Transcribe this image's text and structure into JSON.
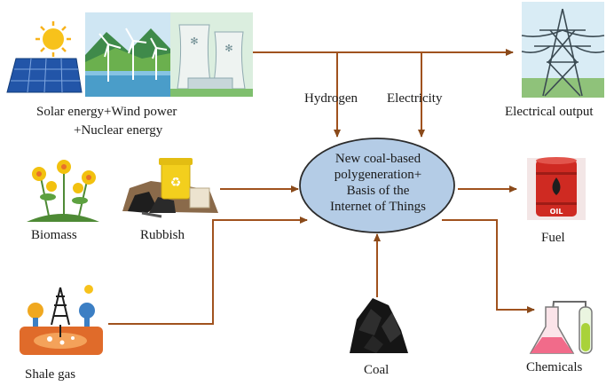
{
  "center_node": {
    "lines": [
      "New coal-based",
      "polygeneration+",
      "Basis of the",
      "Internet of Things"
    ]
  },
  "inputs": {
    "renewables_line1": "Solar energy+Wind power",
    "renewables_line2": "+Nuclear energy",
    "biomass": "Biomass",
    "rubbish": "Rubbish",
    "shale_gas": "Shale gas",
    "coal": "Coal"
  },
  "flows": {
    "hydrogen": "Hydrogen",
    "electricity": "Electricity"
  },
  "outputs": {
    "electrical_output": "Electrical output",
    "fuel": "Fuel",
    "fuel_barrel_text": "OIL",
    "chemicals": "Chemicals"
  },
  "colors": {
    "arrow": "#a0521e",
    "node_fill": "#b4cce6",
    "node_stroke": "#2b2b2b"
  }
}
